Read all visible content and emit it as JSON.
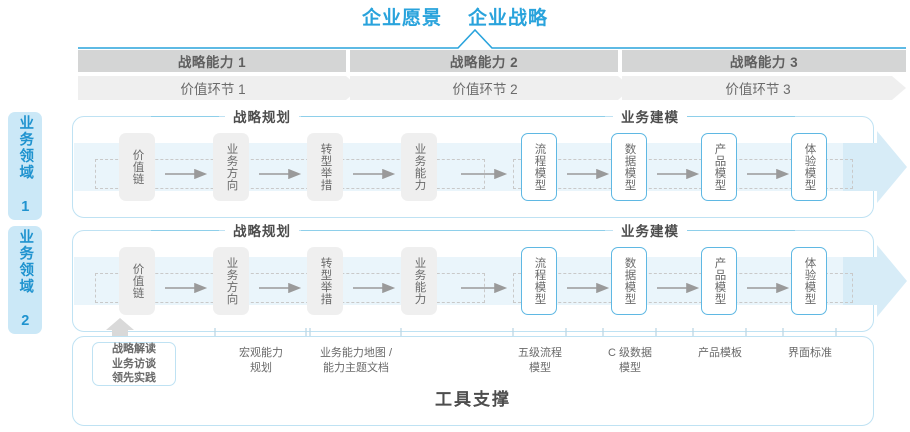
{
  "top": {
    "titles": [
      "企业愿景",
      "企业战略"
    ],
    "accent": "#29a3dc"
  },
  "capabilities": [
    {
      "label": "战略能力 1"
    },
    {
      "label": "战略能力 2"
    },
    {
      "label": "战略能力 3"
    }
  ],
  "value_links": [
    {
      "label": "价值环节 1"
    },
    {
      "label": "价值环节 2"
    },
    {
      "label": "价值环节 3"
    }
  ],
  "domains": [
    {
      "label": "业务领域 1"
    },
    {
      "label": "业务领域 2"
    }
  ],
  "sections": {
    "planning": "战略规划",
    "modeling": "业务建模"
  },
  "nodes": {
    "planning": [
      "价值链",
      "业务方向",
      "转型举措",
      "业务能力"
    ],
    "modeling": [
      "流程模型",
      "数据模型",
      "产品模型",
      "体验模型"
    ]
  },
  "tools": {
    "title": "工具支撑",
    "card": [
      "战略解读",
      "业务访谈",
      "领先实践"
    ],
    "labels": [
      "宏观能力\n规划",
      "业务能力地图 /\n能力主题文档",
      "五级流程\n模型",
      "C 级数据\n模型",
      "产品模板",
      "界面标准"
    ]
  },
  "colors": {
    "blue": "#29a3dc",
    "light_blue_border": "#bfe2f3",
    "band": "#eaf5fb",
    "gray_bar": "#d4d5d5",
    "light_bar": "#efefef",
    "node_gray": "#efefef",
    "node_blue_border": "#5fb8e3",
    "text": "#6a6a6a"
  }
}
